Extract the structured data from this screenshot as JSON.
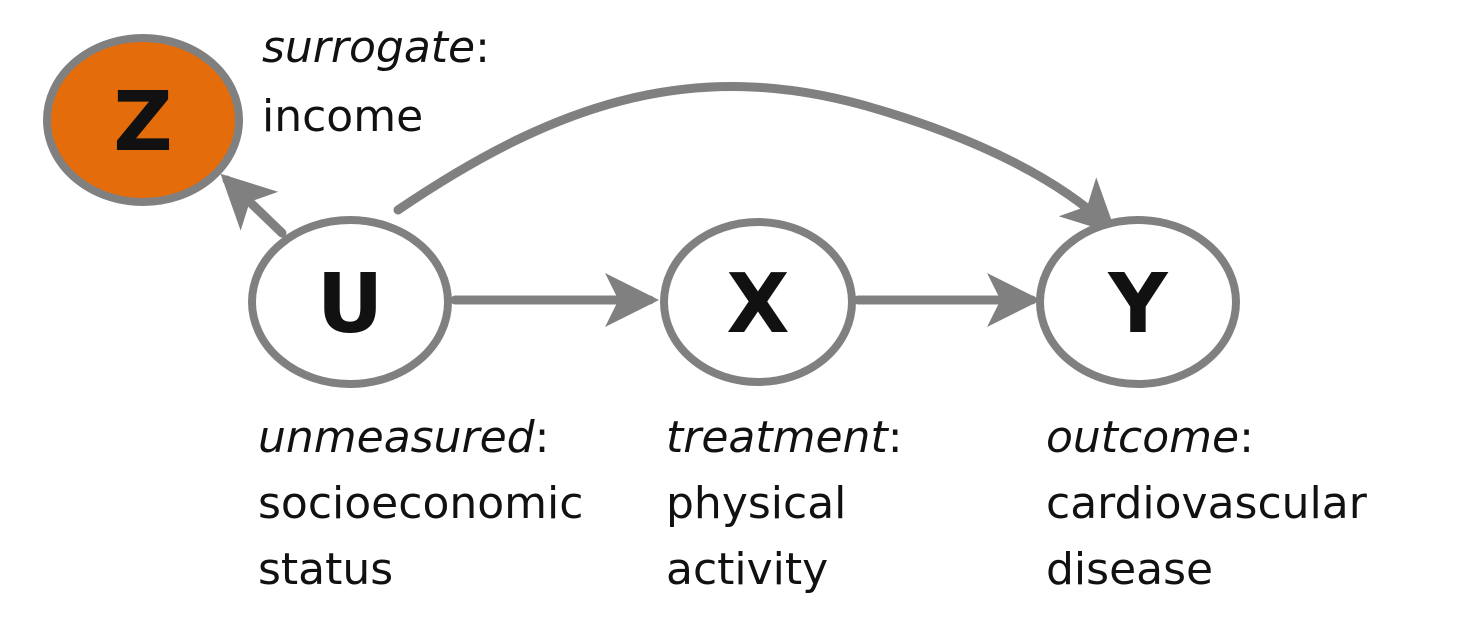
{
  "colors": {
    "edge": "#808080",
    "node_stroke": "#808080",
    "surrogate_fill": "#e46c0a",
    "node_fill": "#ffffff",
    "text": "#111111"
  },
  "nodes": {
    "z": {
      "letter": "Z",
      "role": "surrogate",
      "colon": ":",
      "desc": [
        "income"
      ]
    },
    "u": {
      "letter": "U",
      "role": "unmeasured",
      "colon": ":",
      "desc": [
        "socioeconomic",
        "status"
      ]
    },
    "x": {
      "letter": "X",
      "role": "treatment",
      "colon": ":",
      "desc": [
        "physical",
        "activity"
      ]
    },
    "y": {
      "letter": "Y",
      "role": "outcome",
      "colon": ":",
      "desc": [
        "cardiovascular",
        "disease"
      ]
    }
  },
  "edges": [
    {
      "from": "U",
      "to": "Z"
    },
    {
      "from": "U",
      "to": "X"
    },
    {
      "from": "X",
      "to": "Y"
    },
    {
      "from": "U",
      "to": "Y"
    }
  ]
}
